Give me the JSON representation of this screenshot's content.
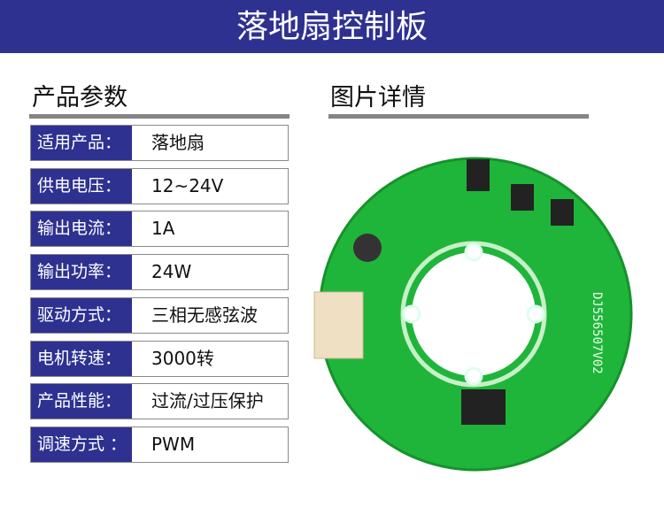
{
  "title": "落地扇控制板",
  "params_heading": "产品参数",
  "details_heading": "图片详情",
  "params": [
    {
      "label": "适用产品：",
      "value": "落地扇"
    },
    {
      "label": "供电电压：",
      "value": "12~24V"
    },
    {
      "label": "输出电流：",
      "value": "1A"
    },
    {
      "label": "输出功率：",
      "value": "24W"
    },
    {
      "label": "驱动方式：",
      "value": "三相无感弦波"
    },
    {
      "label": "电机转速：",
      "value": "3000转"
    },
    {
      "label": "产品性能：",
      "value": "过流/过压保护"
    },
    {
      "label": "调速方式 ：",
      "value": "PWM"
    }
  ],
  "pcb_marking": "DJ556507V02",
  "colors": {
    "banner": "#2e3190",
    "pcb": "#1fb53a"
  }
}
